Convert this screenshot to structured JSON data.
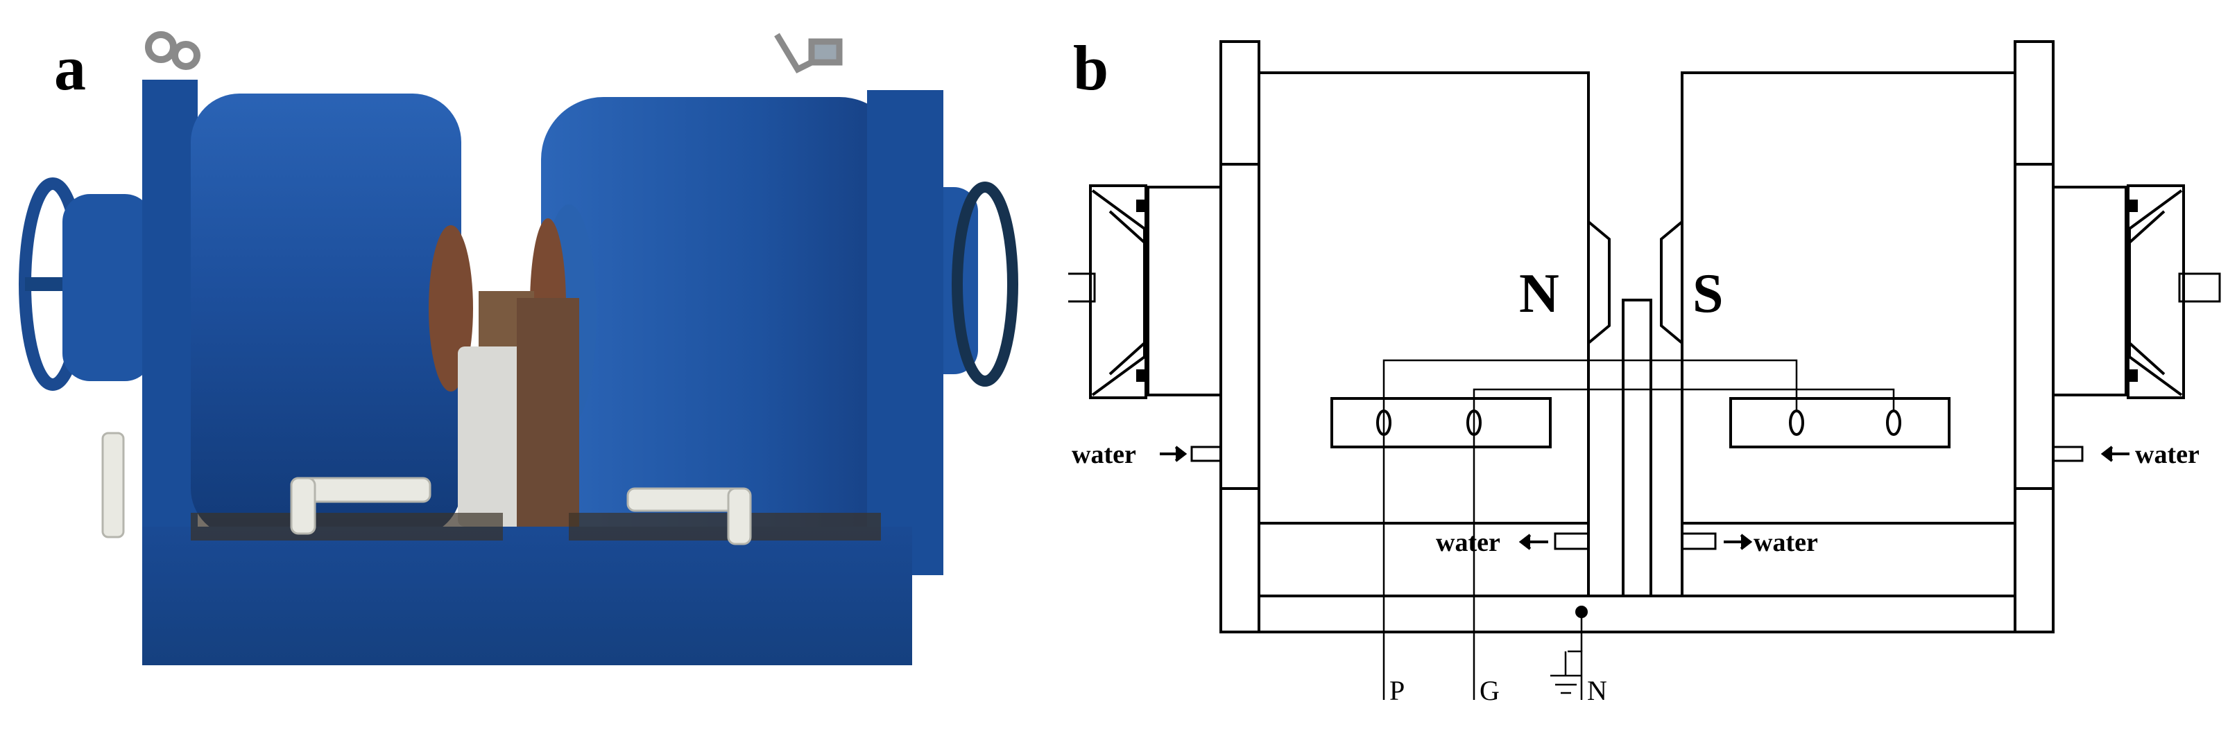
{
  "panel_a": {
    "label": "a"
  },
  "panel_b": {
    "label": "b",
    "pole_north": "N",
    "pole_south": "S",
    "water_labels": [
      "water",
      "water",
      "water",
      "water"
    ],
    "terminals": [
      "P",
      "G",
      "N"
    ]
  },
  "colors": {
    "magnet_blue": "#1d4f9c",
    "magnet_blue_dark": "#123a78",
    "rust": "#7a4a32",
    "pipe_white": "#e9e9e2",
    "line": "#000000"
  }
}
